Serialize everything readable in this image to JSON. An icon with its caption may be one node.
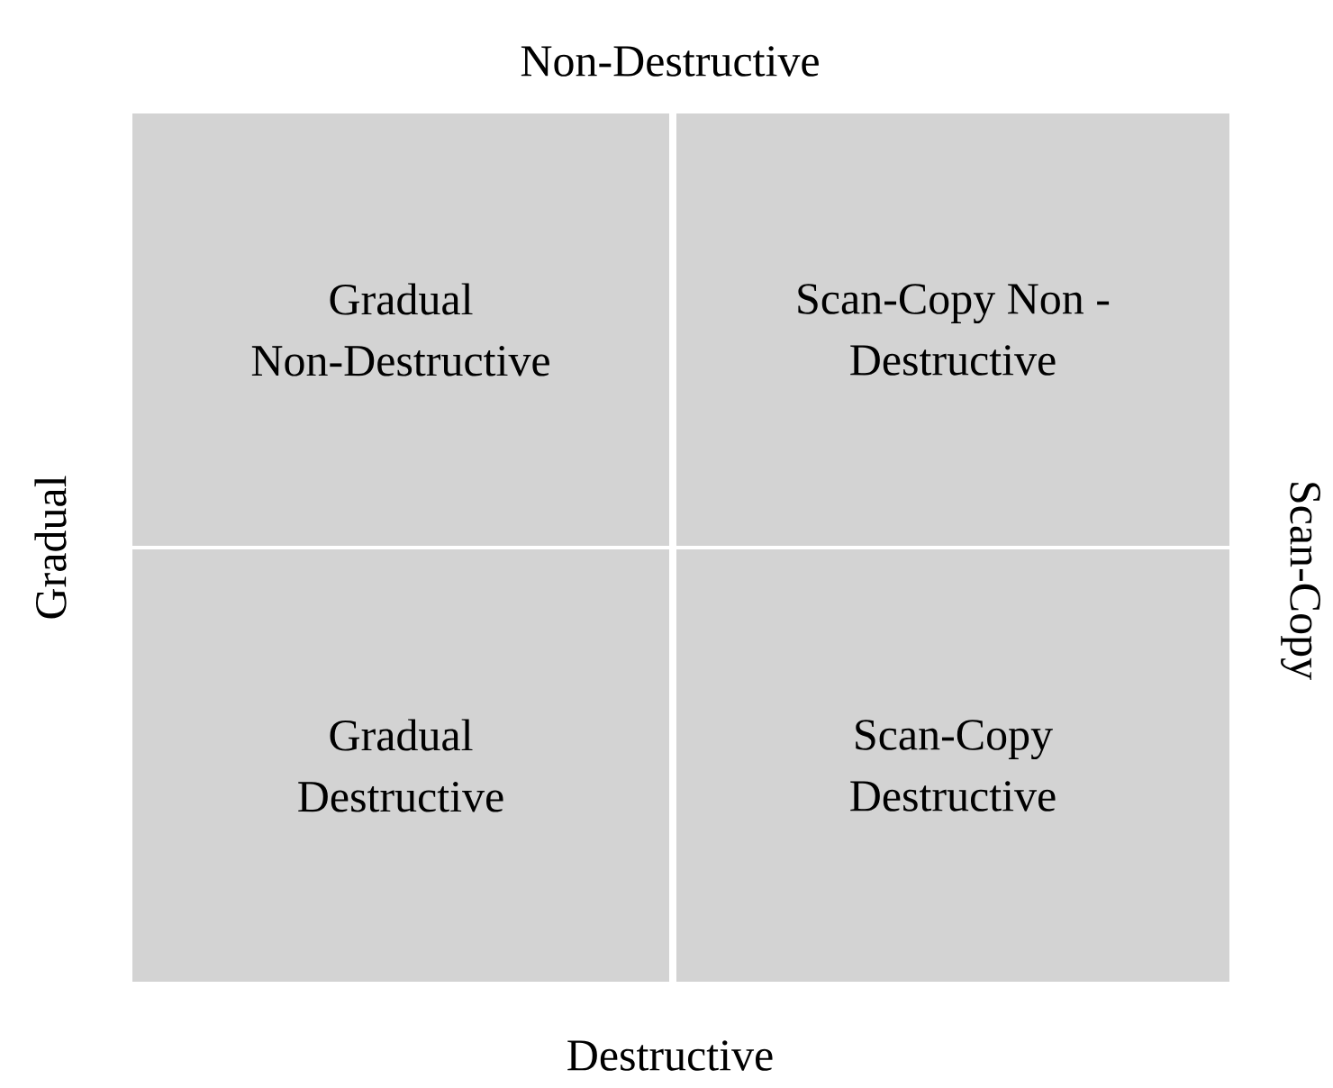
{
  "diagram": {
    "nodes": [
      {
        "text": [
          "Gradual Non-Destructive"
        ]
      },
      {
        "text": [
          "Scan-Copy Non - Destructive"
        ]
      },
      {
        "text": [
          "Gradual Destructive"
        ]
      },
      {
        "text": [
          "Scan-Copy Destructive"
        ]
      }
    ],
    "labels": [
      "Non-Destructive",
      "Gradual",
      "Scan-Copy",
      "Destructive"
    ]
  }
}
